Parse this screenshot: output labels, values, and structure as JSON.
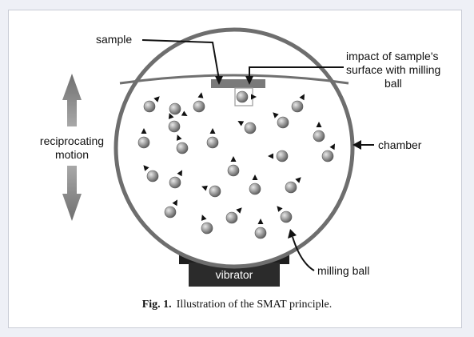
{
  "labels": {
    "sample": "sample",
    "impact_line1": "impact of sample's",
    "impact_line2": "surface with milling",
    "impact_line3": "ball",
    "reciprocating_line1": "reciprocating",
    "reciprocating_line2": "motion",
    "chamber": "chamber",
    "milling_ball": "milling ball",
    "vibrator": "vibrator"
  },
  "caption": {
    "label": "Fig. 1.",
    "text": "Illustration of the SMAT principle."
  },
  "colors": {
    "chamber_outline": "#707070",
    "sample_plate": "#7a7a7a",
    "ball": "#9a9a9a",
    "vibrator": "#2b2b2b",
    "arrow": "#8a8a8a",
    "background": "#eef0f6"
  }
}
